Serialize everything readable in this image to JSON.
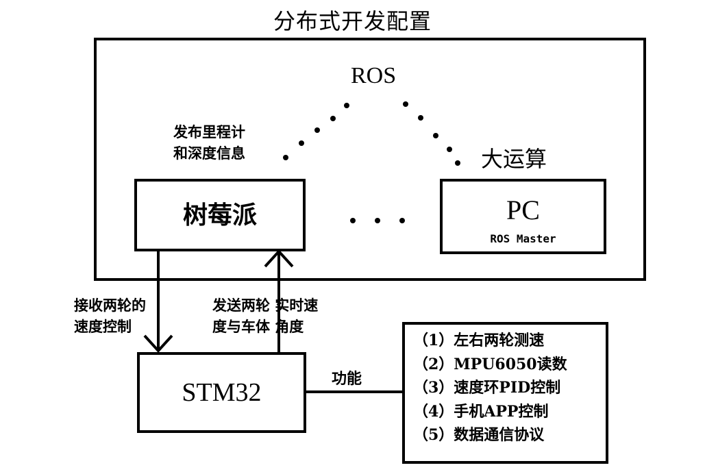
{
  "title": "分布式开发配置",
  "ros_label": "ROS",
  "left_note": [
    "发布里程计",
    "和深度信息"
  ],
  "right_note": "大运算",
  "raspberry_pi": {
    "label": "树莓派"
  },
  "pc": {
    "label": "PC",
    "sub_label": "ROS Master"
  },
  "down_arrow_note": [
    "接收两轮的",
    "速度控制"
  ],
  "up_arrow_note": [
    "发送两轮 实时速",
    "度与车体 角度"
  ],
  "stm32": {
    "label": "STM32"
  },
  "function_label": "功能",
  "functions": [
    "（1）左右两轮测速",
    "（2）MPU6050读数",
    "（3）速度环PID控制",
    "（4）手机APP控制",
    "（5）数据通信协议"
  ]
}
